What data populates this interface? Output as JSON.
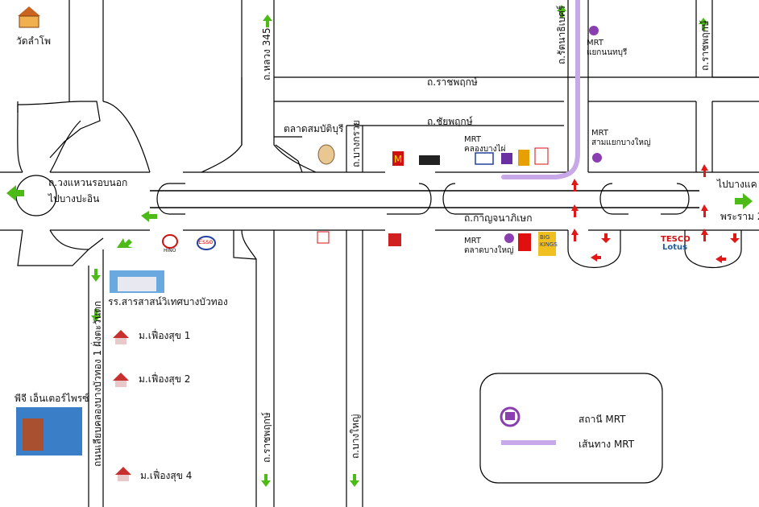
{
  "places": {
    "wat_lam_pho": "วัดลำโพ",
    "talat_sombat_buri": "ตลาดสมบัติบุรี",
    "school": "รร.สารสาสน์วิเทศบางบัวทอง",
    "moo_ban_1": "ม.เฟื่องสุข 1",
    "moo_ban_2": "ม.เฟื่องสุข 2",
    "moo_ban_4": "ม.เฟื่องสุข 4",
    "pg_enterprise": "พีจี เอ็นเตอร์ไพรซ์",
    "mrt_khlong_bang_phai": [
      "MRT",
      "คลองบางไผ่"
    ],
    "mrt_yaek_nonthaburi": [
      "MRT",
      "แยกนนทบุรี"
    ],
    "mrt_sam_yaek_bang_yai": [
      "MRT",
      "สามแยกบางใหญ่"
    ],
    "mrt_talat_bang_yai": [
      "MRT",
      "ตลาดบางใหญ่"
    ]
  },
  "roads": {
    "outer_ring": "ถ.วงแหวนรอบนอก",
    "to_bang_pa_in": "ไปบางปะอิน",
    "ratchaphruek": "ถ.ราชพฤกษ์",
    "chaiyaphruek": "ถ.ชัยพฤกษ์",
    "kanchanaphisek": "ถ.กาญจนาภิเษก",
    "to_bang_khae": "ไปบางแค",
    "rama_2": "พระราม 2",
    "highway_345": "ถ.หลวง 345",
    "rattanathibet": "ถ.รัตนาธิเบศร์",
    "ratchaphruek_right": "ถ.ราชพฤกษ์",
    "soi_khlong_bang_phai": "ถ.บางกรวย",
    "road_1_soi": "ถนนเลียบคลองบางบัวทอง 1 ฝั่งตะวันตก",
    "bottom_road_a": "ถ.ราชพฤกษ์",
    "bottom_road_b": "ถ.บางใหญ่"
  },
  "logos": {
    "tesco_1": "TESCO",
    "tesco_2": "Lotus",
    "big_1": "BIG",
    "big_2": "KINGS",
    "esso": "Esso",
    "hino": "HINO"
  },
  "legend": {
    "station": "สถานี MRT",
    "line": "เส้นทาง MRT"
  },
  "colors": {
    "road_outline": "#000000",
    "mrt_line": "#c8a8e8",
    "green_arrow": "#4cbb17",
    "red_arrow": "#e01818",
    "mrt_icon": "#8a3fb0"
  }
}
